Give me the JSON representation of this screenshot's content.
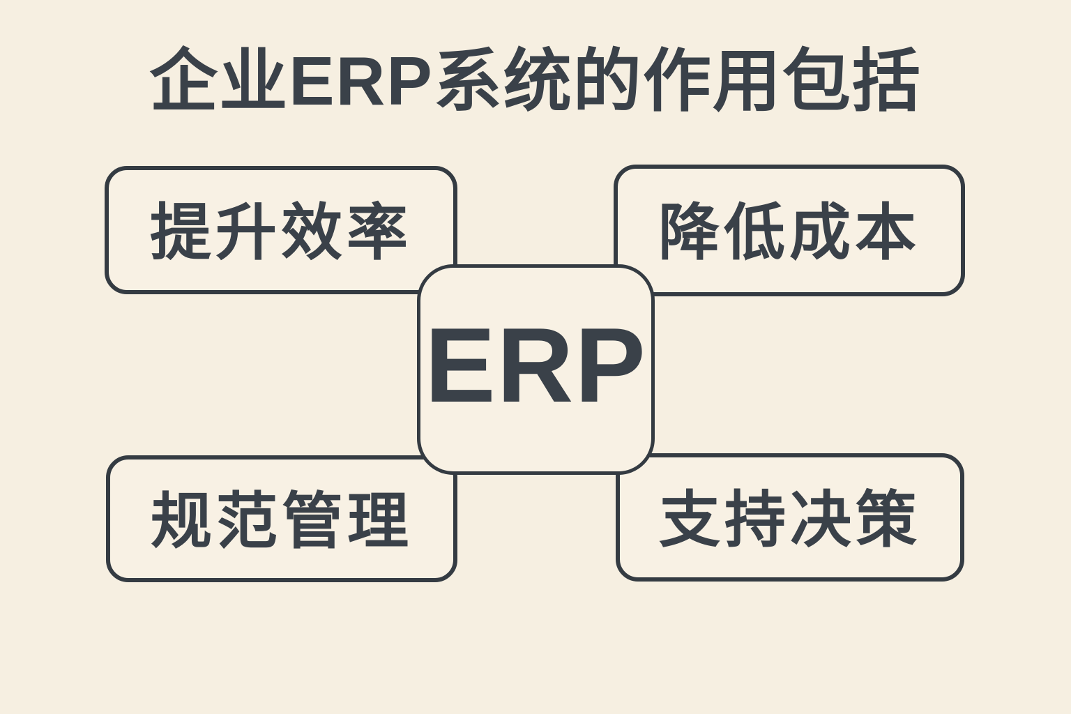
{
  "title": "企业ERP系统的作用包括",
  "center_node": {
    "label": "ERP"
  },
  "nodes": [
    {
      "position": "top-left",
      "label": "提升效率"
    },
    {
      "position": "top-right",
      "label": "降低成本"
    },
    {
      "position": "bottom-left",
      "label": "规范管理"
    },
    {
      "position": "bottom-right",
      "label": "支持决策"
    }
  ],
  "colors": {
    "background": "#f6efe1",
    "box_fill": "#f8f1e4",
    "border": "#343b42",
    "text": "#3a4149"
  }
}
